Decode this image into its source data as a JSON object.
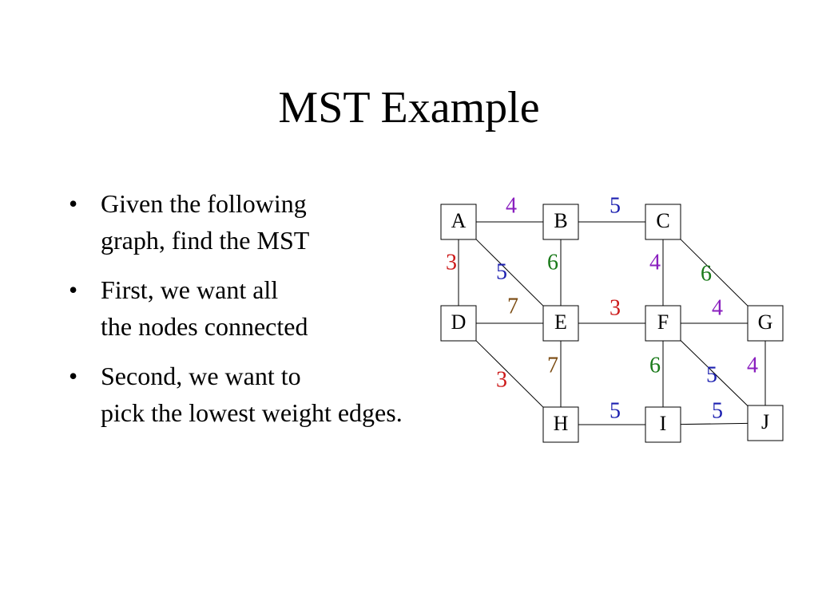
{
  "slide": {
    "title": "MST Example",
    "bullets": [
      {
        "lines": [
          "Given the following",
          "graph, find the MST"
        ]
      },
      {
        "lines": [
          "First, we want all",
          "the nodes connected"
        ]
      },
      {
        "lines": [
          "Second, we want to",
          "pick the lowest weight edges."
        ]
      }
    ],
    "bullet_symbol": "•"
  },
  "graph": {
    "nodes": [
      "A",
      "B",
      "C",
      "D",
      "E",
      "F",
      "G",
      "H",
      "I",
      "J"
    ],
    "edges": [
      {
        "from": "A",
        "to": "B",
        "weight": "4",
        "color": "#8a1fbf"
      },
      {
        "from": "B",
        "to": "C",
        "weight": "5",
        "color": "#1b1fb0"
      },
      {
        "from": "A",
        "to": "D",
        "weight": "3",
        "color": "#cc1a1a"
      },
      {
        "from": "A",
        "to": "E",
        "weight": "5",
        "color": "#1b1fb0"
      },
      {
        "from": "B",
        "to": "E",
        "weight": "6",
        "color": "#1a7a1a"
      },
      {
        "from": "C",
        "to": "F",
        "weight": "4",
        "color": "#8a1fbf"
      },
      {
        "from": "C",
        "to": "G",
        "weight": "6",
        "color": "#1a7a1a"
      },
      {
        "from": "D",
        "to": "E",
        "weight": "7",
        "color": "#7a4a10"
      },
      {
        "from": "E",
        "to": "F",
        "weight": "3",
        "color": "#cc1a1a"
      },
      {
        "from": "F",
        "to": "G",
        "weight": "4",
        "color": "#8a1fbf"
      },
      {
        "from": "D",
        "to": "H",
        "weight": "3",
        "color": "#cc1a1a"
      },
      {
        "from": "E",
        "to": "H",
        "weight": "7",
        "color": "#7a4a10"
      },
      {
        "from": "F",
        "to": "I",
        "weight": "6",
        "color": "#1a7a1a"
      },
      {
        "from": "F",
        "to": "J",
        "weight": "5",
        "color": "#1b1fb0"
      },
      {
        "from": "G",
        "to": "J",
        "weight": "4",
        "color": "#8a1fbf"
      },
      {
        "from": "H",
        "to": "I",
        "weight": "5",
        "color": "#1b1fb0"
      },
      {
        "from": "I",
        "to": "J",
        "weight": "5",
        "color": "#1b1fb0"
      }
    ]
  }
}
